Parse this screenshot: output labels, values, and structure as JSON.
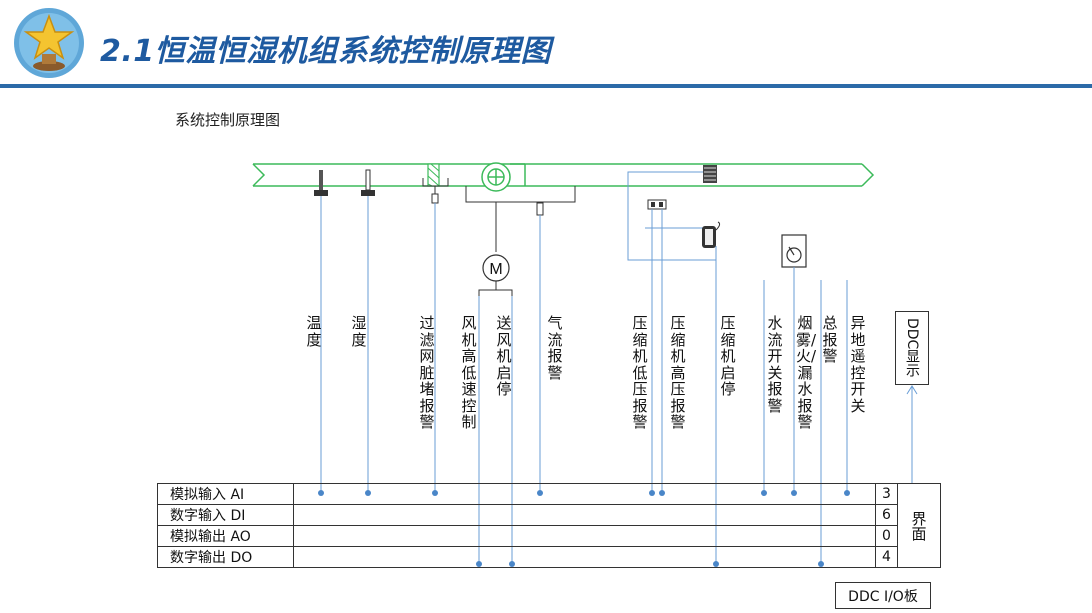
{
  "header": {
    "title": "2.1恒温恒湿机组系统控制原理图"
  },
  "subtitle": "系统控制原理图",
  "icons": {
    "logo": "star-trophy-icon",
    "motor_symbol": "M"
  },
  "signal_labels": [
    "温度",
    "湿度",
    "过滤网脏堵报警",
    "风机高低速控制",
    "送风机启停",
    "气流报警",
    "压缩机低压报警",
    "压缩机高压报警",
    "压缩机启停",
    "水流开关报警",
    "烟雾/火/漏水报警",
    "总报警",
    "异地遥控开关"
  ],
  "ddc_display": "DDC显示",
  "io_rows": [
    {
      "label": "模拟输入  AI",
      "count": "3"
    },
    {
      "label": "数字输入  DI",
      "count": "6"
    },
    {
      "label": "模拟输出 AO",
      "count": "0"
    },
    {
      "label": "数字输出 DO",
      "count": "4"
    }
  ],
  "interface_label": "界面",
  "io_board": "DDC I/O板",
  "colors": {
    "accent": "#2b6aa8",
    "title": "#1e5aa0",
    "duct": "#3cba5a",
    "signal_line": "#6a9ed6",
    "signal_dot": "#4a86c8"
  }
}
